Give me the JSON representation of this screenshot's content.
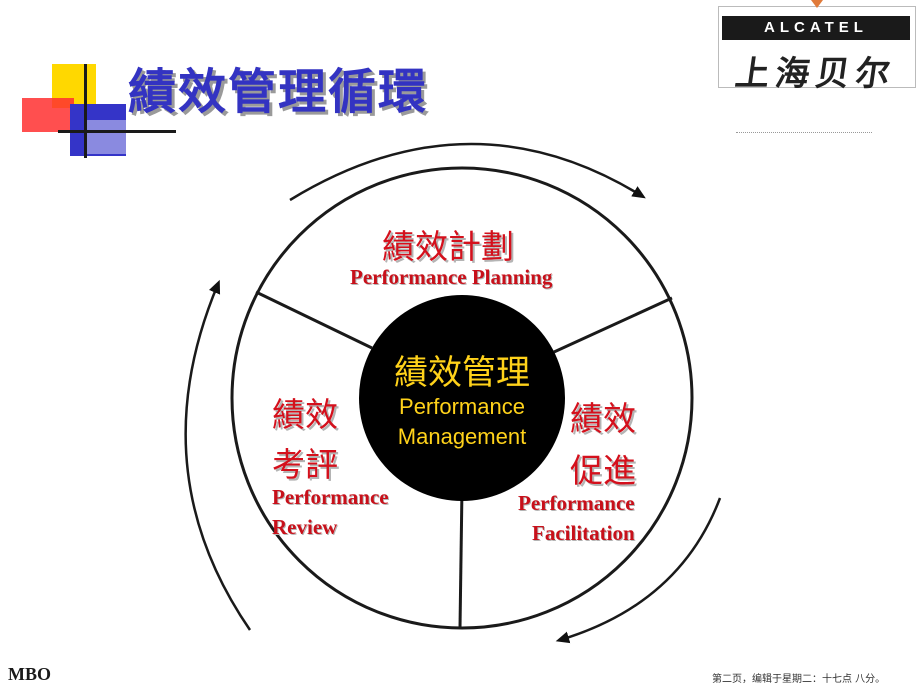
{
  "title": "績效管理循環",
  "logo": {
    "brand": "ALCATEL",
    "chinese": "上海贝尔",
    "accent_color": "#e07a3a"
  },
  "center": {
    "cn": "績效管理",
    "en_line1": "Performance",
    "en_line2": "Management",
    "text_color": "#ffd21a"
  },
  "segments": {
    "planning": {
      "cn": "績效計劃",
      "en": "Performance Planning"
    },
    "facilitation": {
      "cn_line1": "績效",
      "cn_line2": "促進",
      "en_line1": "Performance",
      "en_line2": "Facilitation"
    },
    "review": {
      "cn_line1": "績效",
      "cn_line2": "考評",
      "en_line1": "Performance",
      "en_line2": "Review"
    }
  },
  "colors": {
    "title": "#3333c2",
    "label_red": "#d4101c",
    "center_fill": "#000000"
  },
  "footer": {
    "left": "MBO",
    "right": "第二页，编辑于星期二：十七点 八分。"
  }
}
